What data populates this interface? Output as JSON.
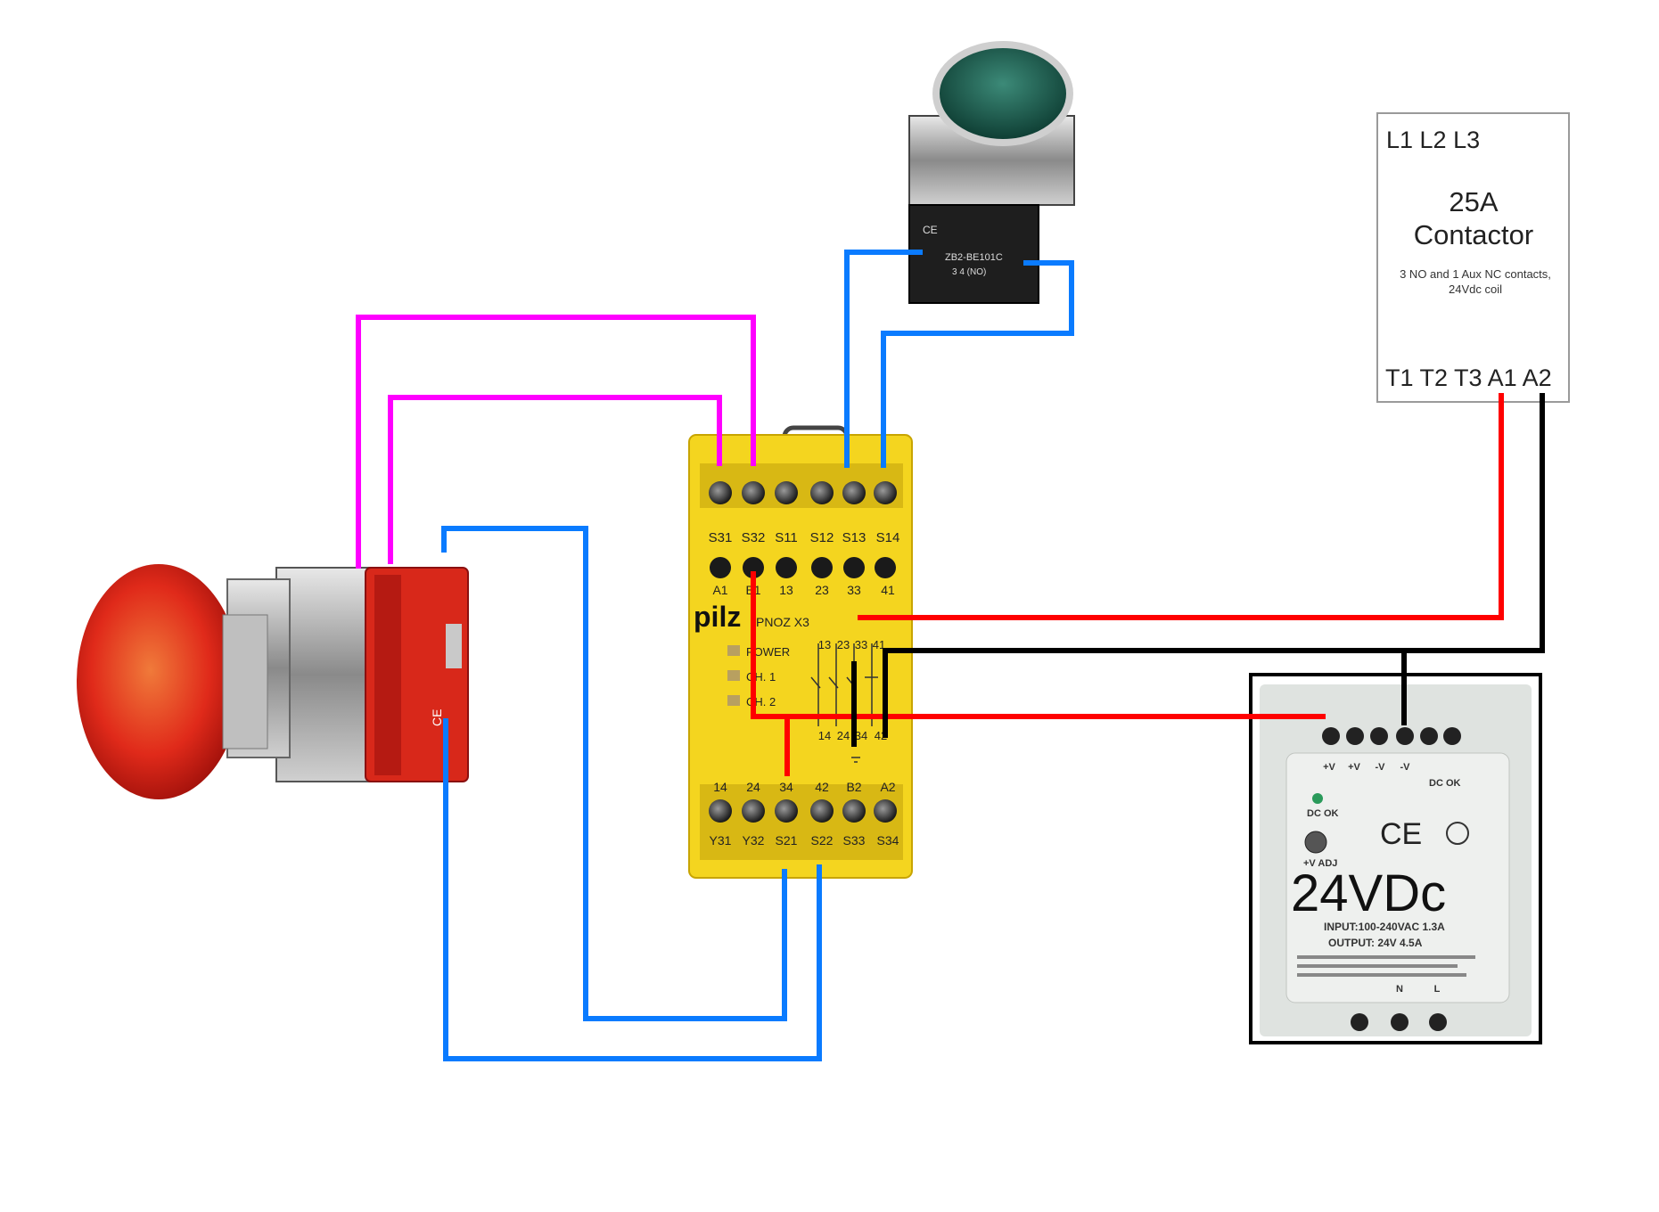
{
  "contactor": {
    "lines_label": "L1 L2 L3",
    "rating": "25A",
    "name": "Contactor",
    "description_line1": "3 NO and 1 Aux NC contacts,",
    "description_line2": "24Vdc coil",
    "terminals_label": "T1 T2 T3 A1 A2"
  },
  "relay": {
    "brand": "pilz",
    "model": "PNOZ X3",
    "top_terminals": [
      "S31",
      "S32",
      "S11",
      "S12",
      "S13",
      "S14"
    ],
    "row2_terminals": [
      "A1",
      "B1",
      "13",
      "23",
      "33",
      "41"
    ],
    "indicators": [
      "POWER",
      "CH. 1",
      "CH. 2"
    ],
    "contact_labels_top": [
      "13",
      "23",
      "33",
      "41"
    ],
    "contact_labels_bottom": [
      "14",
      "24",
      "34",
      "42"
    ],
    "row3_terminals": [
      "14",
      "24",
      "34",
      "42",
      "B2",
      "A2"
    ],
    "bottom_terminals": [
      "Y31",
      "Y32",
      "S21",
      "S22",
      "S33",
      "S34"
    ]
  },
  "start_button": {
    "model": "ZB2-BE101C",
    "contacts": "3 4 (NO)",
    "ce": "CE"
  },
  "estop": {
    "ce": "CE"
  },
  "psu": {
    "terminal_labels": [
      "+V",
      "+V",
      "-V",
      "-V"
    ],
    "dc_ok": "DC OK",
    "v_adj": "+V ADJ",
    "ce": "CE",
    "voltage": "24VDc",
    "input": "INPUT:100-240VAC 1.3A",
    "output": "OUTPUT: 24V 4.5A",
    "bottom_labels": [
      "N",
      "L"
    ]
  },
  "wire_colors": {
    "magenta": "#ff00ff",
    "blue": "#0a7bff",
    "red": "#ff0000",
    "black": "#000000"
  }
}
